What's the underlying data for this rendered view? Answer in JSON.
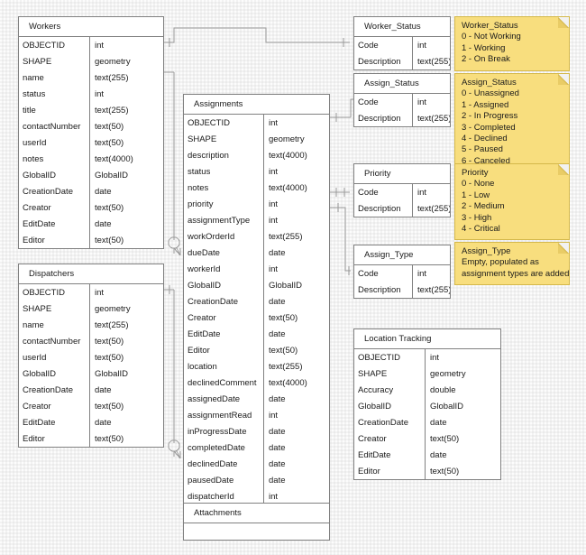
{
  "diagram": {
    "type": "entity-relationship-diagram",
    "background_color": "#f2f2f2",
    "entity_fill": "#ffffff",
    "entity_border": "#808080",
    "note_fill": "#f8de7e",
    "note_border": "#d4b84a"
  },
  "entities": [
    {
      "id": "workers",
      "name": "Workers",
      "fields": [
        {
          "name": "OBJECTID",
          "type": "int"
        },
        {
          "name": "SHAPE",
          "type": "geometry"
        },
        {
          "name": "name",
          "type": "text(255)"
        },
        {
          "name": "status",
          "type": "int"
        },
        {
          "name": "title",
          "type": "text(255)"
        },
        {
          "name": "contactNumber",
          "type": "text(50)"
        },
        {
          "name": "userId",
          "type": "text(50)"
        },
        {
          "name": "notes",
          "type": "text(4000)"
        },
        {
          "name": "GlobalID",
          "type": "GlobalID"
        },
        {
          "name": "CreationDate",
          "type": "date"
        },
        {
          "name": "Creator",
          "type": "text(50)"
        },
        {
          "name": "EditDate",
          "type": "date"
        },
        {
          "name": "Editor",
          "type": "text(50)"
        }
      ]
    },
    {
      "id": "dispatchers",
      "name": "Dispatchers",
      "fields": [
        {
          "name": "OBJECTID",
          "type": "int"
        },
        {
          "name": "SHAPE",
          "type": "geometry"
        },
        {
          "name": "name",
          "type": "text(255)"
        },
        {
          "name": "contactNumber",
          "type": "text(50)"
        },
        {
          "name": "userId",
          "type": "text(50)"
        },
        {
          "name": "GlobalID",
          "type": "GlobalID"
        },
        {
          "name": "CreationDate",
          "type": "date"
        },
        {
          "name": "Creator",
          "type": "text(50)"
        },
        {
          "name": "EditDate",
          "type": "date"
        },
        {
          "name": "Editor",
          "type": "text(50)"
        }
      ]
    },
    {
      "id": "assignments",
      "name": "Assignments",
      "fields": [
        {
          "name": "OBJECTID",
          "type": "int"
        },
        {
          "name": "SHAPE",
          "type": "geometry"
        },
        {
          "name": "description",
          "type": "text(4000)"
        },
        {
          "name": "status",
          "type": "int"
        },
        {
          "name": "notes",
          "type": "text(4000)"
        },
        {
          "name": "priority",
          "type": "int"
        },
        {
          "name": "assignmentType",
          "type": "int"
        },
        {
          "name": "workOrderId",
          "type": "text(255)"
        },
        {
          "name": "dueDate",
          "type": "date"
        },
        {
          "name": "workerId",
          "type": "int"
        },
        {
          "name": "GlobalID",
          "type": "GlobalID"
        },
        {
          "name": "CreationDate",
          "type": "date"
        },
        {
          "name": "Creator",
          "type": "text(50)"
        },
        {
          "name": "EditDate",
          "type": "date"
        },
        {
          "name": "Editor",
          "type": "text(50)"
        },
        {
          "name": "location",
          "type": "text(255)"
        },
        {
          "name": "declinedComment",
          "type": "text(4000)"
        },
        {
          "name": "assignedDate",
          "type": "date"
        },
        {
          "name": "assignmentRead",
          "type": "int"
        },
        {
          "name": "inProgressDate",
          "type": "date"
        },
        {
          "name": "completedDate",
          "type": "date"
        },
        {
          "name": "declinedDate",
          "type": "date"
        },
        {
          "name": "pausedDate",
          "type": "date"
        },
        {
          "name": "dispatcherId",
          "type": "int"
        }
      ]
    },
    {
      "id": "worker_status",
      "name": "Worker_Status",
      "fields": [
        {
          "name": "Code",
          "type": "int"
        },
        {
          "name": "Description",
          "type": "text(255)"
        }
      ]
    },
    {
      "id": "assign_status",
      "name": "Assign_Status",
      "fields": [
        {
          "name": "Code",
          "type": "int"
        },
        {
          "name": "Description",
          "type": "text(255)"
        }
      ]
    },
    {
      "id": "priority",
      "name": "Priority",
      "fields": [
        {
          "name": "Code",
          "type": "int"
        },
        {
          "name": "Description",
          "type": "text(255)"
        }
      ]
    },
    {
      "id": "assign_type",
      "name": "Assign_Type",
      "fields": [
        {
          "name": "Code",
          "type": "int"
        },
        {
          "name": "Description",
          "type": "text(255)"
        }
      ]
    },
    {
      "id": "location_tracking",
      "name": "Location Tracking",
      "fields": [
        {
          "name": "OBJECTID",
          "type": "int"
        },
        {
          "name": "SHAPE",
          "type": "geometry"
        },
        {
          "name": "Accuracy",
          "type": "double"
        },
        {
          "name": "GlobalID",
          "type": "GlobalID"
        },
        {
          "name": "CreationDate",
          "type": "date"
        },
        {
          "name": "Creator",
          "type": "text(50)"
        },
        {
          "name": "EditDate",
          "type": "date"
        },
        {
          "name": "Editor",
          "type": "text(50)"
        }
      ]
    },
    {
      "id": "attachments",
      "name": "Attachments",
      "fields": []
    }
  ],
  "notes": [
    {
      "id": "note_worker_status",
      "title": "Worker_Status",
      "lines": [
        "0 - Not Working",
        "1 - Working",
        "2 - On Break"
      ]
    },
    {
      "id": "note_assign_status",
      "title": "Assign_Status",
      "lines": [
        "0 - Unassigned",
        "1 - Assigned",
        "2 - In Progress",
        "3 - Completed",
        "4 - Declined",
        "5 - Paused",
        "6 - Canceled"
      ]
    },
    {
      "id": "note_priority",
      "title": "Priority",
      "lines": [
        "0 - None",
        "1 - Low",
        "2 - Medium",
        "3 - High",
        "4 - Critical"
      ]
    },
    {
      "id": "note_assign_type",
      "title": "Assign_Type",
      "lines": [
        "Empty, populated as",
        "assignment types are added"
      ]
    }
  ],
  "relationships": [
    {
      "from": "workers.OBJECTID",
      "to": "worker_status.Code",
      "notation": "one-to-one"
    },
    {
      "from": "workers.status",
      "to": "assignments.workerId",
      "notation": "zero-or-many"
    },
    {
      "from": "assignments.status",
      "to": "assign_status.Code",
      "notation": "one-to-one"
    },
    {
      "from": "assignments.priority",
      "to": "priority.Code",
      "notation": "one-to-one"
    },
    {
      "from": "assignments.assignmentType",
      "to": "assign_type.Code",
      "notation": "one-to-one"
    },
    {
      "from": "dispatchers.OBJECTID",
      "to": "assignments.dispatcherId",
      "notation": "zero-or-many"
    },
    {
      "from": "assignments",
      "to": "attachments",
      "notation": "zero-or-many"
    }
  ]
}
